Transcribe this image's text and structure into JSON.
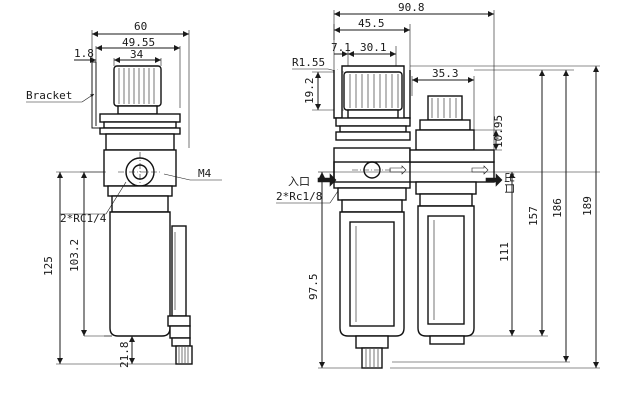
{
  "left_view": {
    "dim_overall_width": "60",
    "dim_body_width": "49.55",
    "dim_knob_width": "34",
    "dim_bracket_offset": "1.8",
    "label_bracket": "Bracket",
    "label_thread": "M4",
    "label_port": "2*RC1/4",
    "dim_height_total": "125",
    "dim_height_port": "103.2",
    "dim_drain": "21.8"
  },
  "right_view": {
    "dim_overall_width": "90.8",
    "dim_body_width": "45.5",
    "dim_knob_a": "7.1",
    "dim_knob_b": "30.1",
    "dim_radius": "R1.55",
    "dim_knob_height": "19.2",
    "dim_lube_width": "35.3",
    "dim_lube_height": "10.95",
    "label_inlet": "入口",
    "label_outlet": "出口",
    "label_port": "2*Rc1/8",
    "dim_height_a": "97.5",
    "dim_height_b": "111",
    "dim_height_c": "157",
    "dim_height_d": "186",
    "dim_height_e": "189"
  }
}
